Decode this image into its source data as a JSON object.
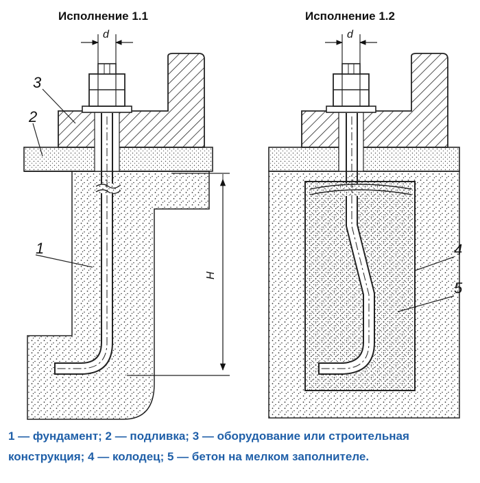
{
  "variant_left_title": "Исполнение 1.1",
  "variant_right_title": "Исполнение 1.2",
  "dimension_d": "d",
  "dimension_H": "H",
  "labels": [
    "1",
    "2",
    "3",
    "4",
    "5"
  ],
  "caption_line1": "1 — фундамент; 2 — подливка; 3 — оборудование или строительная",
  "caption_line2": "конструкция; 4 — колодец; 5 — бетон на мелком заполнителе.",
  "colors": {
    "caption": "#1f5fa8",
    "ink": "#111111",
    "concrete_fill": "#ffffff"
  }
}
